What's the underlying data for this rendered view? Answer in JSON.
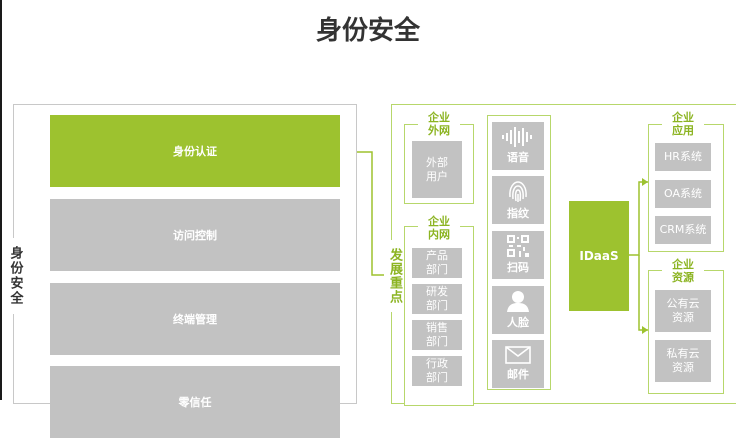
{
  "title": "身份安全",
  "side_label": "身份安全",
  "focus_label": "发展重点",
  "left_items": [
    "身份认证",
    "访问控制",
    "终端管理",
    "零信任"
  ],
  "groups": {
    "external": {
      "title": "企业外网",
      "items": [
        "外部用户"
      ]
    },
    "internal": {
      "title": "企业内网",
      "items": [
        "产品部门",
        "研发部门",
        "销售部门",
        "行政部门"
      ]
    },
    "apps": {
      "title": "企业应用",
      "items": [
        "HR系统",
        "OA系统",
        "CRM系统"
      ]
    },
    "resources": {
      "title": "企业资源",
      "items": [
        "公有云资源",
        "私有云资源"
      ]
    }
  },
  "auth_methods": [
    {
      "label": "语音",
      "icon": "voice-waveform-icon"
    },
    {
      "label": "指纹",
      "icon": "fingerprint-icon"
    },
    {
      "label": "扫码",
      "icon": "qr-code-icon"
    },
    {
      "label": "人脸",
      "icon": "face-person-icon"
    },
    {
      "label": "邮件",
      "icon": "envelope-icon"
    }
  ],
  "center_node": "IDaaS",
  "colors": {
    "accent": "#9dc22f",
    "accent_text": "#8cb422",
    "gray_box": "#c2c2c2",
    "title": "#333333"
  }
}
